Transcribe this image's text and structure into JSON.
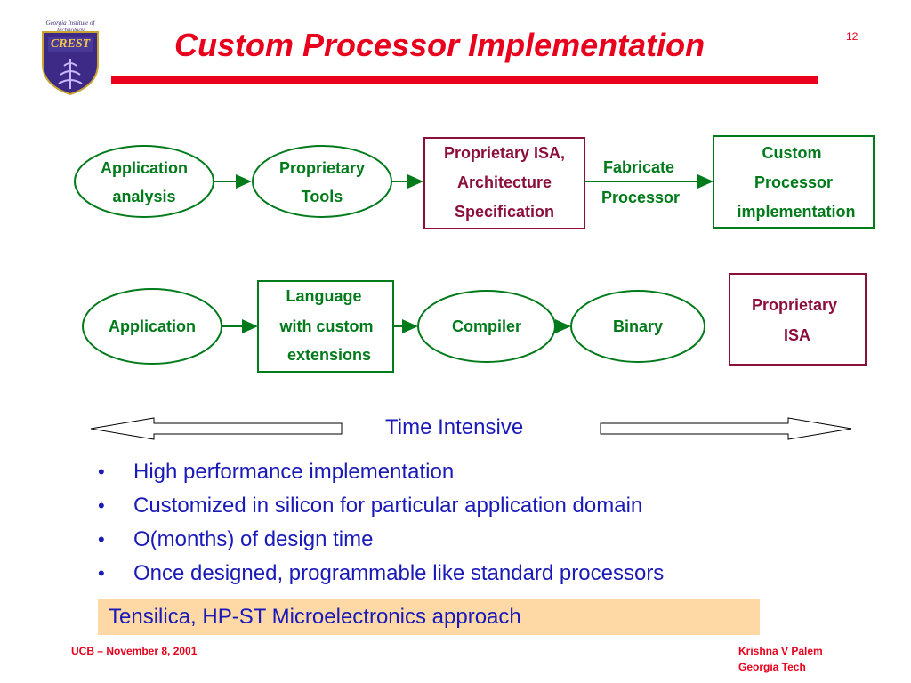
{
  "logo": {
    "institute": "Georgia Institute of Technology",
    "name": "CREST"
  },
  "slide": {
    "title": "Custom Processor Implementation",
    "page_number": "12"
  },
  "flow_top": {
    "nodes": [
      {
        "line1": "Application",
        "line2": "analysis"
      },
      {
        "line1": "Proprietary",
        "line2": "Tools"
      },
      {
        "line1": "Proprietary ISA,",
        "line2": "Architecture",
        "line3": "Specification"
      },
      {
        "line1": "Fabricate",
        "line2": "Processor"
      },
      {
        "line1": "Custom",
        "line2": "Processor",
        "line3": "implementation"
      }
    ]
  },
  "flow_bottom": {
    "nodes": [
      {
        "line1": "Application"
      },
      {
        "line1": "Language",
        "line2": "with custom",
        "line3": "extensions"
      },
      {
        "line1": "Compiler"
      },
      {
        "line1": "Binary"
      },
      {
        "line1": "Proprietary",
        "line2": "ISA"
      }
    ]
  },
  "time_intensive": "Time Intensive",
  "bullets": [
    "High performance implementation",
    "Customized in silicon for particular application domain",
    "O(months) of design time",
    "Once designed, programmable like standard processors"
  ],
  "callout": "Tensilica, HP-ST Microelectronics approach",
  "footer": {
    "left": "UCB – November 8, 2001",
    "right_line1": "Krishna V Palem",
    "right_line2": "Georgia Tech"
  },
  "colors": {
    "title_red": "#e8001c",
    "flow_green": "#007a1a",
    "box_maroon": "#8b0f3b",
    "text_blue": "#1a1ab8",
    "callout_bg": "#fed8a5"
  }
}
